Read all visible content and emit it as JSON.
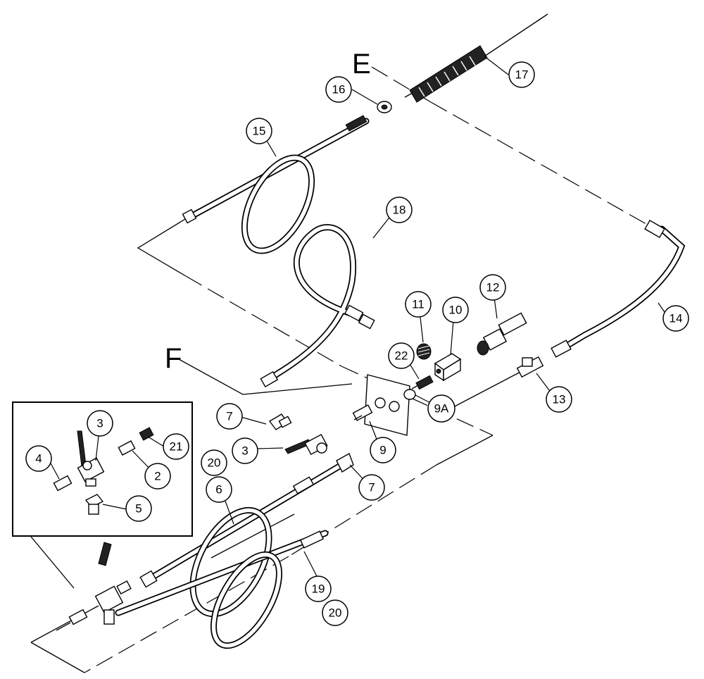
{
  "section_labels": {
    "e": "E",
    "f": "F"
  },
  "callouts": {
    "c17": "17",
    "c16": "16",
    "c15": "15",
    "c18": "18",
    "c12": "12",
    "c11": "11",
    "c10": "10",
    "c22": "22",
    "c14": "14",
    "c13": "13",
    "c9a": "9A",
    "c9": "9",
    "c7a": "7",
    "c3a": "3",
    "c7b": "7",
    "c20a": "20",
    "c6": "6",
    "c19": "19",
    "c20b": "20",
    "c3b": "3",
    "c21": "21",
    "c4": "4",
    "c2": "2",
    "c5": "5"
  }
}
